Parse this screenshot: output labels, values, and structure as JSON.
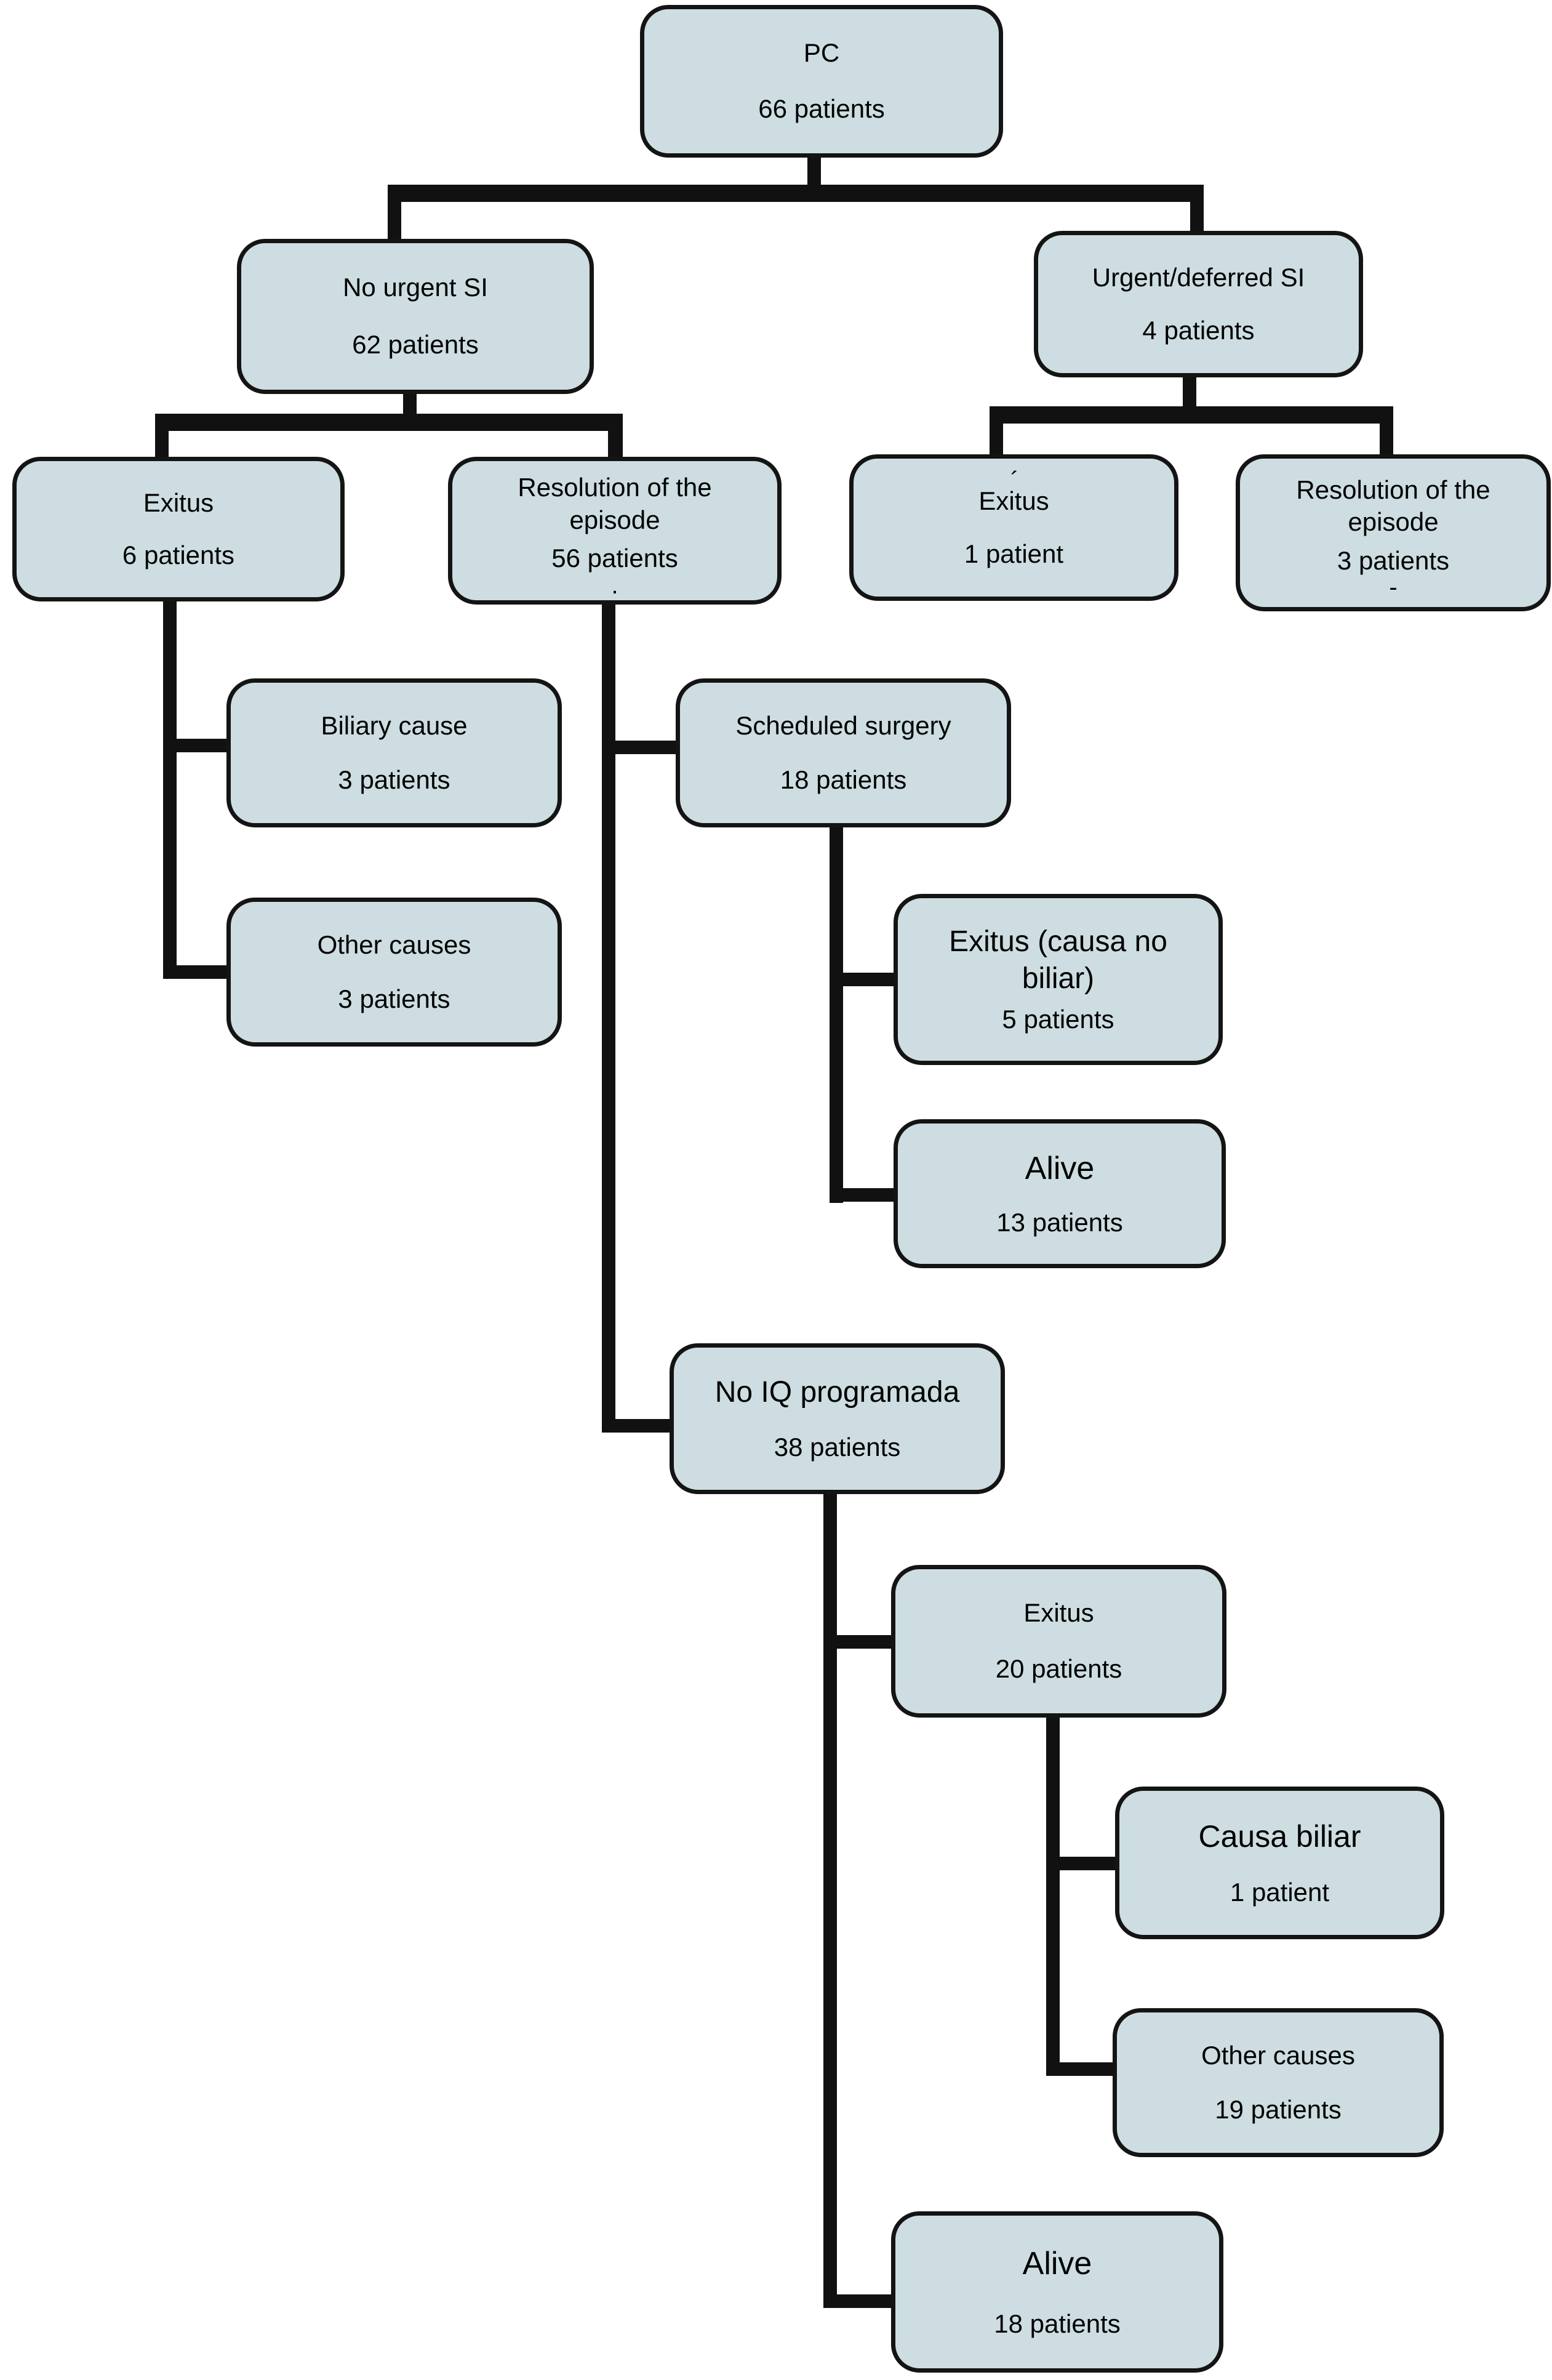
{
  "diagram": {
    "type": "flowchart",
    "description_root": "PC cohort outcome flowchart",
    "colors": {
      "box_fill": "#cddde1",
      "box_border": "#141414",
      "connector": "#111111",
      "background": "#ffffff",
      "text": "#000000"
    }
  },
  "nodes": [
    {
      "id": "pc",
      "label": "PC",
      "count": "66 patients"
    },
    {
      "id": "no-urgent-si",
      "label": "No urgent SI",
      "count": "62 patients"
    },
    {
      "id": "urgent-deferred-si",
      "label": "Urgent/deferred SI",
      "count": "4 patients"
    },
    {
      "id": "exitus-6",
      "label": "Exitus",
      "count": "6 patients"
    },
    {
      "id": "resolution-56",
      "label": "Resolution of the episode",
      "count": "56 patients",
      "mark_below": "."
    },
    {
      "id": "exitus-1",
      "label": "Exitus",
      "count": "1 patient",
      "mark_above": "´"
    },
    {
      "id": "resolution-3",
      "label": "Resolution of the episode",
      "count": "3 patients",
      "mark_below": "-"
    },
    {
      "id": "biliary-cause-3",
      "label": "Biliary cause",
      "count": "3 patients"
    },
    {
      "id": "scheduled-surgery-18",
      "label": "Scheduled surgery",
      "count": "18 patients"
    },
    {
      "id": "other-causes-3",
      "label": "Other causes",
      "count": "3 patients"
    },
    {
      "id": "exitus-causa-no-biliar-5",
      "label": "Exitus (causa no biliar)",
      "count": "5 patients"
    },
    {
      "id": "alive-13",
      "label": "Alive",
      "count": "13 patients"
    },
    {
      "id": "no-iq-programada-38",
      "label": "No IQ programada",
      "count": "38 patients"
    },
    {
      "id": "exitus-20",
      "label": "Exitus",
      "count": "20 patients"
    },
    {
      "id": "causa-biliar-1",
      "label": "Causa biliar",
      "count": "1 patient"
    },
    {
      "id": "other-causes-19",
      "label": "Other causes",
      "count": "19 patients"
    },
    {
      "id": "alive-18",
      "label": "Alive",
      "count": "18 patients"
    }
  ],
  "edges": [
    [
      "pc",
      "no-urgent-si"
    ],
    [
      "pc",
      "urgent-deferred-si"
    ],
    [
      "no-urgent-si",
      "exitus-6"
    ],
    [
      "no-urgent-si",
      "resolution-56"
    ],
    [
      "urgent-deferred-si",
      "exitus-1"
    ],
    [
      "urgent-deferred-si",
      "resolution-3"
    ],
    [
      "exitus-6",
      "biliary-cause-3"
    ],
    [
      "exitus-6",
      "other-causes-3"
    ],
    [
      "resolution-56",
      "scheduled-surgery-18"
    ],
    [
      "resolution-56",
      "no-iq-programada-38"
    ],
    [
      "scheduled-surgery-18",
      "exitus-causa-no-biliar-5"
    ],
    [
      "scheduled-surgery-18",
      "alive-13"
    ],
    [
      "no-iq-programada-38",
      "exitus-20"
    ],
    [
      "no-iq-programada-38",
      "alive-18"
    ],
    [
      "exitus-20",
      "causa-biliar-1"
    ],
    [
      "exitus-20",
      "other-causes-19"
    ]
  ]
}
